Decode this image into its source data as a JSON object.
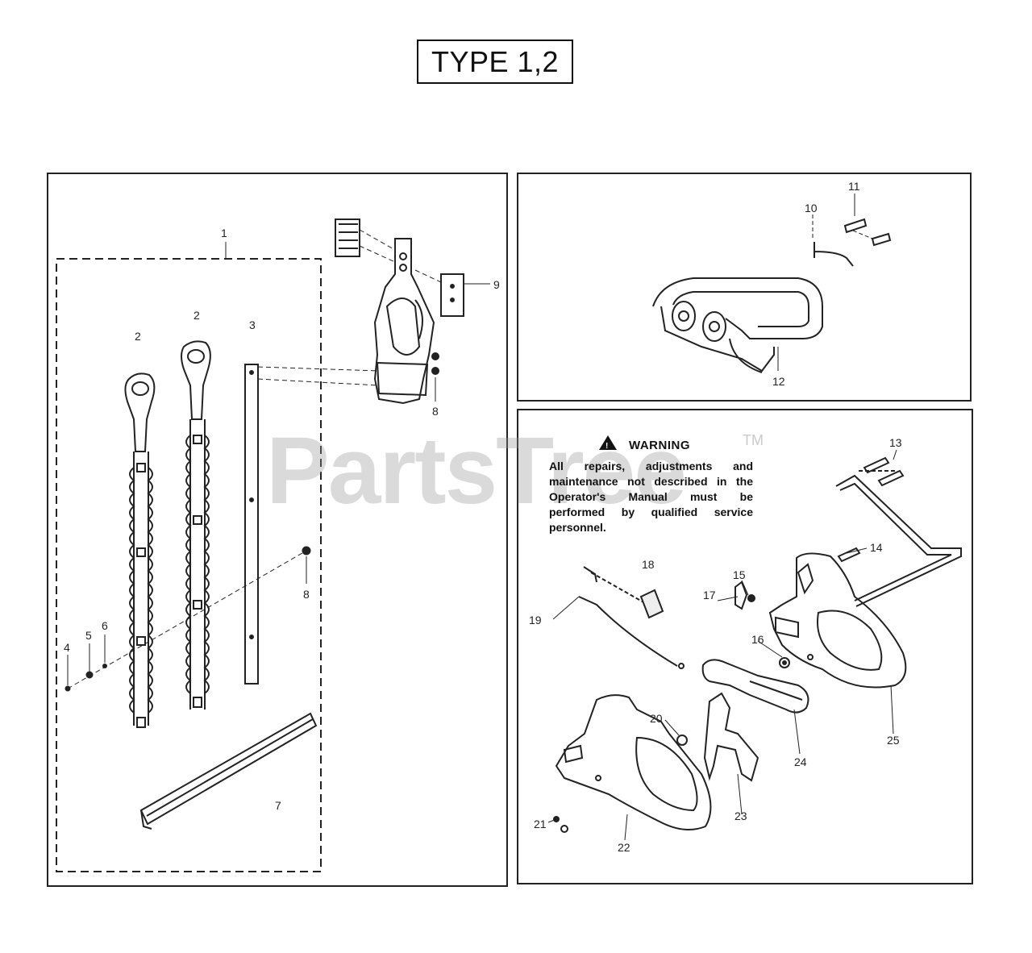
{
  "header": {
    "title": "TYPE 1,2"
  },
  "watermark": {
    "text": "PartsTree",
    "trademark": "TM"
  },
  "warning": {
    "title": "WARNING",
    "text": "All repairs, adjustments and maintenance not described in the Operator's Manual must be performed by qualified service personnel."
  },
  "callouts": {
    "c1": "1",
    "c2a": "2",
    "c2b": "2",
    "c3": "3",
    "c4": "4",
    "c5": "5",
    "c6": "6",
    "c7": "7",
    "c8a": "8",
    "c8b": "8",
    "c9": "9",
    "c10": "10",
    "c11": "11",
    "c12": "12",
    "c13": "13",
    "c14": "14",
    "c15": "15",
    "c16": "16",
    "c17": "17",
    "c18": "18",
    "c19": "19",
    "c20": "20",
    "c21": "21",
    "c22": "22",
    "c23": "23",
    "c24": "24",
    "c25": "25"
  }
}
